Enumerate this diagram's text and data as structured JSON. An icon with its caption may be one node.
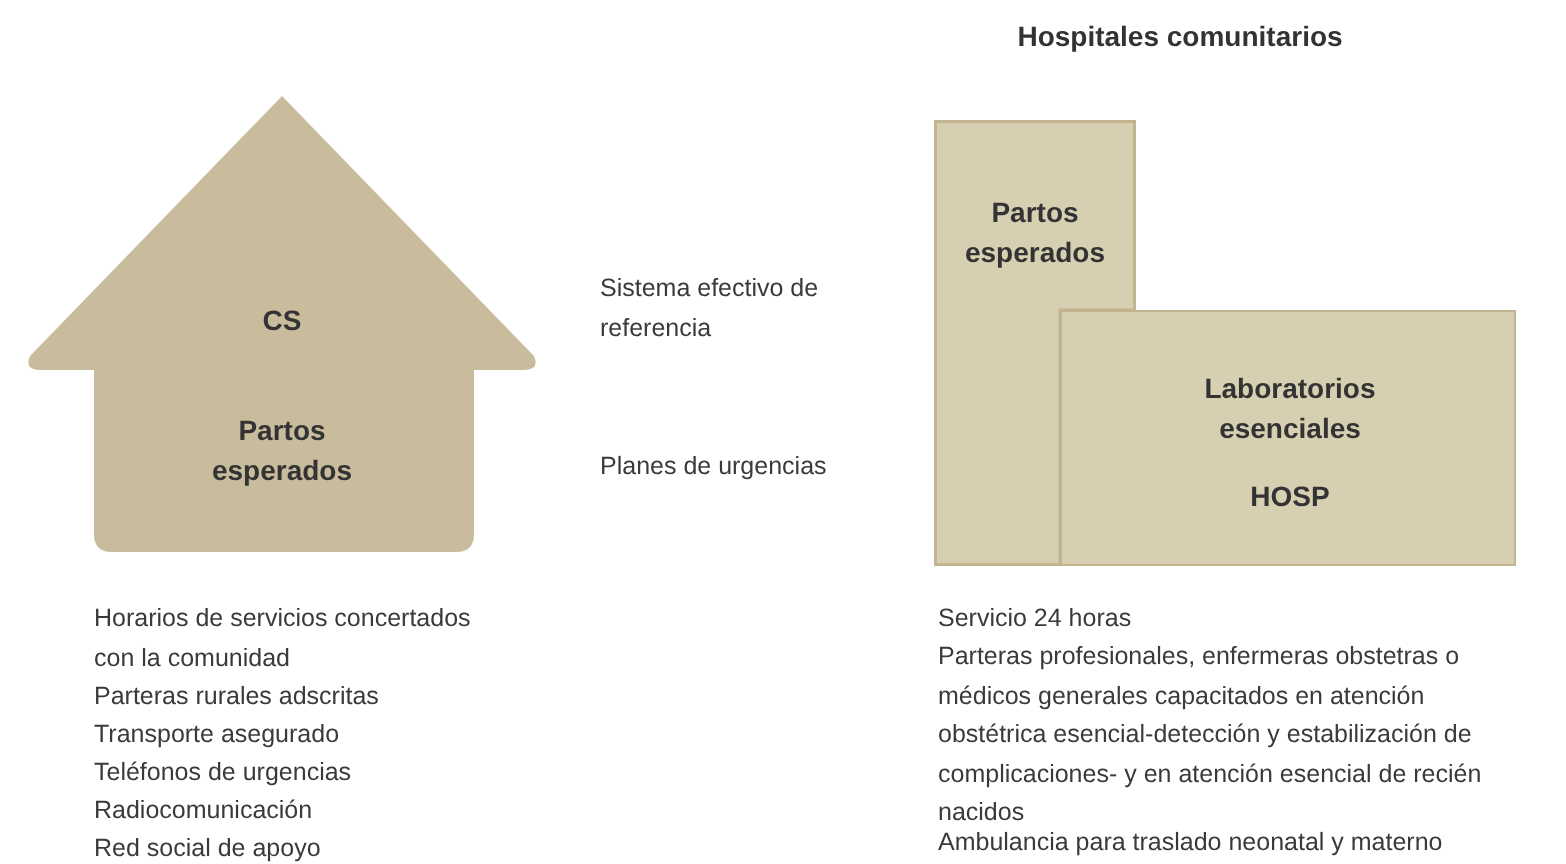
{
  "diagram": {
    "nodes": [
      {
        "text": [
          "CS",
          "Partos esperados"
        ]
      },
      {
        "text": [
          "Partos esperados"
        ],
        "beside": [
          "Hospitales comunitarios"
        ]
      },
      {
        "text": [
          "Laboratorios esenciales",
          "HOSP"
        ]
      }
    ],
    "labels": [
      "Sistema efectivo de referencia",
      "Planes de urgencias",
      "Horarios de servicios concertados con la comunidad",
      "Parteras rurales adscritas",
      "Transporte asegurado",
      "Teléfonos de urgencias",
      "Radiocomunicación",
      "Red social de apoyo",
      "Servicio 24 horas",
      "Parteras profesionales, enfermeras obstetras o médicos generales capacitados en atención obstétrica esencial-detección y estabilización de complicaciones- y en atención esencial de recién nacidos",
      "Ambulancia para traslado neonatal y materno"
    ]
  }
}
